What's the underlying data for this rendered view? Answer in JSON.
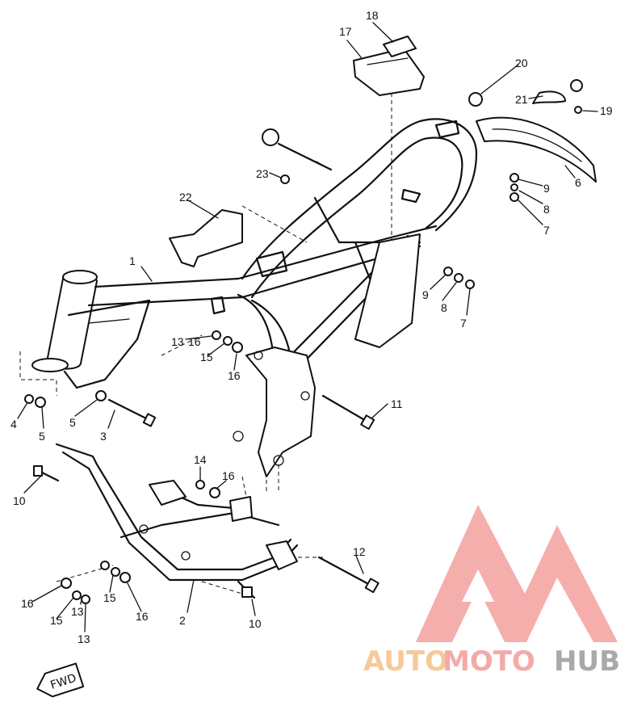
{
  "diagram": {
    "callouts": [
      "1",
      "2",
      "3",
      "4",
      "5",
      "5",
      "6",
      "7",
      "7",
      "8",
      "8",
      "9",
      "9",
      "10",
      "10",
      "11",
      "12",
      "13",
      "13",
      "13",
      "14",
      "15",
      "15",
      "15",
      "16",
      "16",
      "16",
      "16",
      "16",
      "17",
      "18",
      "19",
      "20",
      "21",
      "22",
      "23"
    ],
    "direction_badge": "FWD"
  },
  "watermark": {
    "word_part1": "AUTO",
    "word_part2": "MOTO",
    "word_part3": "HUB",
    "colors": {
      "auto": "#f7c99a",
      "moto": "#f4aaa8",
      "hub": "#a9a9a9",
      "logo": "#f4aaa8"
    }
  }
}
